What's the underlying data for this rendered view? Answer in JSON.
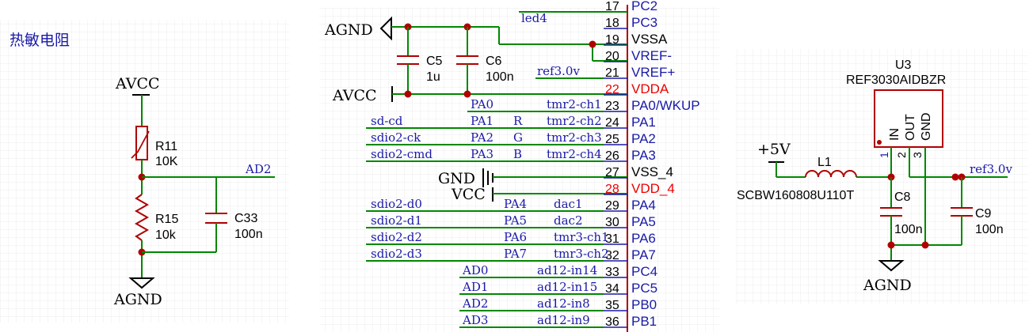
{
  "colors": {
    "wire": "#008800",
    "part": "#b00000",
    "net": "#1a1aa8",
    "text": "#000000",
    "pin_red": "#ee0000",
    "grid": "#e6e6e6"
  },
  "left": {
    "title": "热敏电阻",
    "avcc": "AVCC",
    "agnd": "AGND",
    "r11": {
      "ref": "R11",
      "value": "10K"
    },
    "r15": {
      "ref": "R15",
      "value": "10k"
    },
    "c33": {
      "ref": "C33",
      "value": "100n"
    },
    "net": "AD2"
  },
  "mid": {
    "agnd": "AGND",
    "avcc": "AVCC",
    "gnd": "GND",
    "vcc": "VCC",
    "c5": {
      "ref": "C5",
      "value": "1u"
    },
    "c6": {
      "ref": "C6",
      "value": "100n"
    },
    "pins": [
      {
        "num": "17",
        "name": "PC2",
        "num_red": false,
        "name_red": false,
        "name_blue": true
      },
      {
        "num": "18",
        "name": "PC3",
        "num_red": false,
        "name_red": false,
        "name_blue": true
      },
      {
        "num": "19",
        "name": "VSSA",
        "num_red": false,
        "name_red": false,
        "name_blue": false
      },
      {
        "num": "20",
        "name": "VREF-",
        "num_red": false,
        "name_red": false,
        "name_blue": true
      },
      {
        "num": "21",
        "name": "VREF+",
        "num_red": false,
        "name_red": false,
        "name_blue": true
      },
      {
        "num": "22",
        "name": "VDDA",
        "num_red": true,
        "name_red": true,
        "name_blue": false
      },
      {
        "num": "23",
        "name": "PA0/WKUP",
        "num_red": false,
        "name_red": false,
        "name_blue": true
      },
      {
        "num": "24",
        "name": "PA1",
        "num_red": false,
        "name_red": false,
        "name_blue": true
      },
      {
        "num": "25",
        "name": "PA2",
        "num_red": false,
        "name_red": false,
        "name_blue": true
      },
      {
        "num": "26",
        "name": "PA3",
        "num_red": false,
        "name_red": false,
        "name_blue": true
      },
      {
        "num": "27",
        "name": "VSS_4",
        "num_red": false,
        "name_red": false,
        "name_blue": false
      },
      {
        "num": "28",
        "name": "VDD_4",
        "num_red": true,
        "name_red": true,
        "name_blue": false
      },
      {
        "num": "29",
        "name": "PA4",
        "num_red": false,
        "name_red": false,
        "name_blue": true
      },
      {
        "num": "30",
        "name": "PA5",
        "num_red": false,
        "name_red": false,
        "name_blue": true
      },
      {
        "num": "31",
        "name": "PA6",
        "num_red": false,
        "name_red": false,
        "name_blue": true
      },
      {
        "num": "32",
        "name": "PA7",
        "num_red": false,
        "name_red": false,
        "name_blue": true
      },
      {
        "num": "33",
        "name": "PC4",
        "num_red": false,
        "name_red": false,
        "name_blue": true
      },
      {
        "num": "34",
        "name": "PC5",
        "num_red": false,
        "name_red": false,
        "name_blue": true
      },
      {
        "num": "35",
        "name": "PB0",
        "num_red": false,
        "name_red": false,
        "name_blue": true
      },
      {
        "num": "36",
        "name": "PB1",
        "num_red": false,
        "name_red": false,
        "name_blue": true
      }
    ],
    "net_labels": [
      "led4",
      "ref3.0v",
      "PA0",
      "tmr2-ch1",
      "sd-cd",
      "PA1",
      "R",
      "tmr2-ch2",
      "sdio2-ck",
      "PA2",
      "G",
      "tmr2-ch3",
      "sdio2-cmd",
      "PA3",
      "B",
      "tmr2-ch4",
      "sdio2-d0",
      "PA4",
      "dac1",
      "sdio2-d1",
      "PA5",
      "dac2",
      "sdio2-d2",
      "PA6",
      "tmr3-ch1",
      "sdio2-d3",
      "PA7",
      "tmr3-ch2",
      "AD0",
      "ad12-in14",
      "AD1",
      "ad12-in15",
      "AD2",
      "ad12-in8",
      "AD3",
      "ad12-in9"
    ]
  },
  "right": {
    "u3": {
      "ref": "U3",
      "part": "REF3030AIDBZR",
      "pin_in": "IN",
      "pin_out": "OUT",
      "pin_gnd": "GND",
      "num1": "1",
      "num2": "2",
      "num3": "3"
    },
    "p5v": "+5V",
    "l1": {
      "ref": "L1",
      "part": "SCBW160808U110T"
    },
    "c8": {
      "ref": "C8",
      "value": "100n"
    },
    "c9": {
      "ref": "C9",
      "value": "100n"
    },
    "net": "ref3.0v",
    "agnd": "AGND"
  }
}
